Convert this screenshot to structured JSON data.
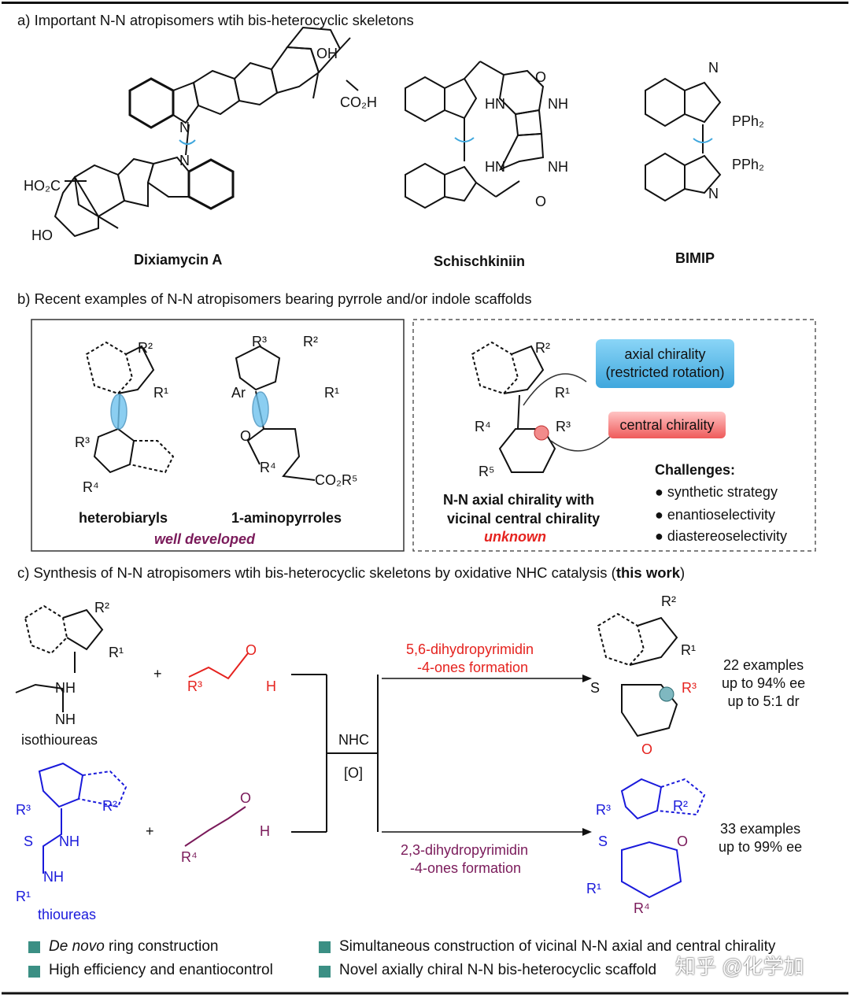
{
  "section_a": {
    "title": "a) Important N-N atropisomers wtih bis-heterocyclic skeletons",
    "compounds": [
      "Dixiamycin A",
      "Schischkiniin",
      "BIMIP"
    ]
  },
  "section_b": {
    "title": "b) Recent examples of N-N atropisomers bearing pyrrole and/or indole scaffolds",
    "left_box": {
      "labels": [
        "heterobiaryls",
        "1-aminopyrroles"
      ],
      "status": "well developed"
    },
    "right_box": {
      "axial_label": "axial chirality",
      "axial_sub": "(restricted rotation)",
      "central_label": "central chirality",
      "caption_line1": "N-N axial chirality with",
      "caption_line2": "vicinal central chirality",
      "status": "unknown",
      "challenges_title": "Challenges:",
      "challenges": [
        "synthetic strategy",
        "enantioselectivity",
        "diastereoselectivity"
      ]
    }
  },
  "section_c": {
    "title_main": "c) Synthesis of N-N atropisomers wtih bis-heterocyclic skeletons by oxidative NHC catalysis (",
    "title_bold": "this work",
    "title_end": ")",
    "reagent_top": "isothioureas",
    "reagent_bottom": "thioureas",
    "catalyst": "NHC",
    "oxidant": "[O]",
    "top_route": {
      "line1": "5,6-dihydropyrimidin",
      "line2": "-4-ones formation",
      "stats": [
        "22 examples",
        "up to 94% ee",
        "up to 5:1 dr"
      ]
    },
    "bottom_route": {
      "line1": "2,3-dihydropyrimidin",
      "line2": "-4-ones formation",
      "stats": [
        "33 examples",
        "up to 99% ee"
      ]
    }
  },
  "highlights": {
    "item1_italic": "De novo",
    "item1_rest": " ring construction",
    "item2": "High efficiency and enantiocontrol",
    "item3": "Simultaneous construction of vicinal N-N axial and central chirality",
    "item4": "Novel axially chiral N-N bis-heterocyclic scaffold"
  },
  "watermark": "知乎 @化学加",
  "colors": {
    "red": "#e5231f",
    "blue": "#1a1adb",
    "purple": "#7a1a5a",
    "teal": "#3b8f84",
    "cyan": "#3fa7dd"
  }
}
